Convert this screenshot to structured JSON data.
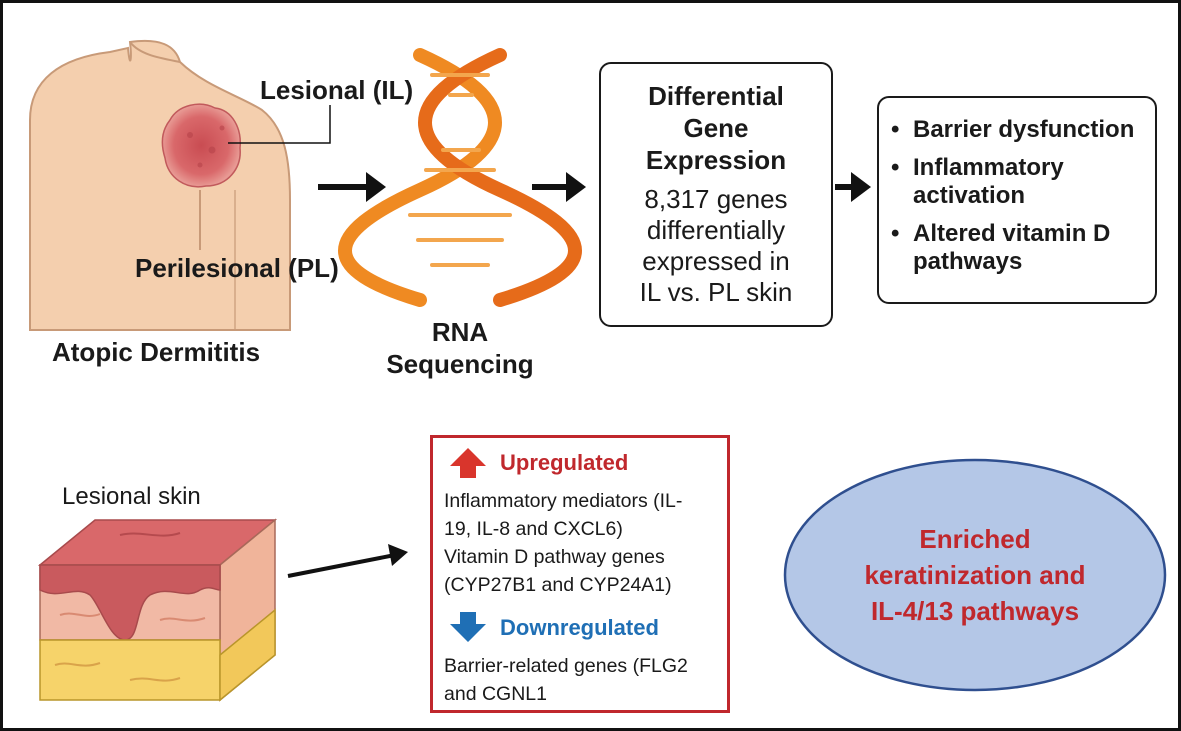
{
  "top_left": {
    "lesional_label": "Lesional (IL)",
    "perilesional_label": "Perilesional (PL)",
    "caption": "Atopic Dermititis"
  },
  "rna": {
    "line1": "RNA",
    "line2": "Sequencing"
  },
  "dge": {
    "title_line1": "Differential",
    "title_line2": "Gene",
    "title_line3": "Expression",
    "body_line1": "8,317 genes",
    "body_line2": "differentially",
    "body_line3": "expressed in",
    "body_line4": "IL vs. PL skin"
  },
  "outcomes": {
    "items": [
      {
        "line1": "Barrier dysfunction",
        "line2": ""
      },
      {
        "line1": "Inflammatory",
        "line2": "activation"
      },
      {
        "line1": "Altered vitamin D",
        "line2": "pathways"
      }
    ]
  },
  "bottom_left": {
    "caption": "Lesional skin"
  },
  "regulation": {
    "up_label": "Upregulated",
    "up_line1": "Inflammatory mediators (IL-",
    "up_line2": "19, IL-8 and CXCL6)",
    "up_line3": "Vitamin D pathway genes",
    "up_line4": "(CYP27B1 and CYP24A1)",
    "down_label": "Downregulated",
    "down_line1": "Barrier-related genes (FLG2",
    "down_line2": "and CGNL1"
  },
  "ellipse": {
    "line1": "Enriched",
    "line2": "keratinization and",
    "line3": "IL-4/13 pathways"
  },
  "colors": {
    "skin": "#f4cfae",
    "lesion": "#d9686a",
    "dna_orange": "#ef8a22",
    "red_accent": "#c0282d",
    "blue_accent": "#1f6fb5",
    "ellipse_fill": "#b4c7e7",
    "ellipse_stroke": "#2f4f8f"
  }
}
